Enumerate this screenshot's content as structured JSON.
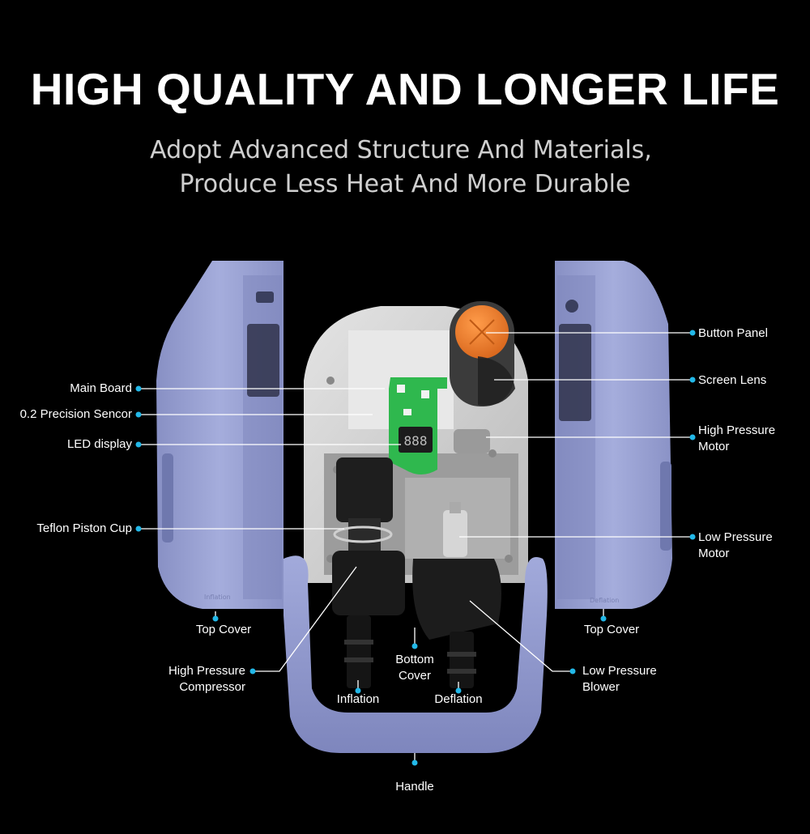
{
  "heading": "HIGH QUALITY AND LONGER LIFE",
  "subheading": {
    "line1": "Adopt Advanced Structure And Materials,",
    "line2": "Produce Less Heat And More Durable"
  },
  "components": {
    "main_board": "Main Board",
    "precision_sensor": "0.2 Precision Sencor",
    "led_display": "LED display",
    "teflon_piston_cup": "Teflon Piston Cup",
    "top_cover_left": "Top Cover",
    "high_pressure_compressor": {
      "line1": "High Pressure",
      "line2": "Compressor"
    },
    "inflation": "Inflation",
    "bottom_cover": {
      "line1": "Bottom",
      "line2": "Cover"
    },
    "deflation": "Deflation",
    "handle": "Handle",
    "button_panel": "Button Panel",
    "screen_lens": "Screen Lens",
    "high_pressure_motor": {
      "line1": "High Pressure",
      "line2": "Motor"
    },
    "low_pressure_motor": {
      "line1": "Low Pressure",
      "line2": "Motor"
    },
    "top_cover_right": "Top Cover",
    "low_pressure_blower": {
      "line1": "Low Pressure",
      "line2": "Blower"
    }
  },
  "shell_labels": {
    "left": "Inflation",
    "right": "Deflation"
  },
  "led_readout": "888",
  "colors": {
    "background": "#000000",
    "shell": "#9aa3d4",
    "shell_shadow": "#7b84b8",
    "housing": "#d9d9d9",
    "board": "#2fb84e",
    "button": "#f07d2a",
    "pointer": "#ffffff",
    "dot": "#22b8e8"
  }
}
